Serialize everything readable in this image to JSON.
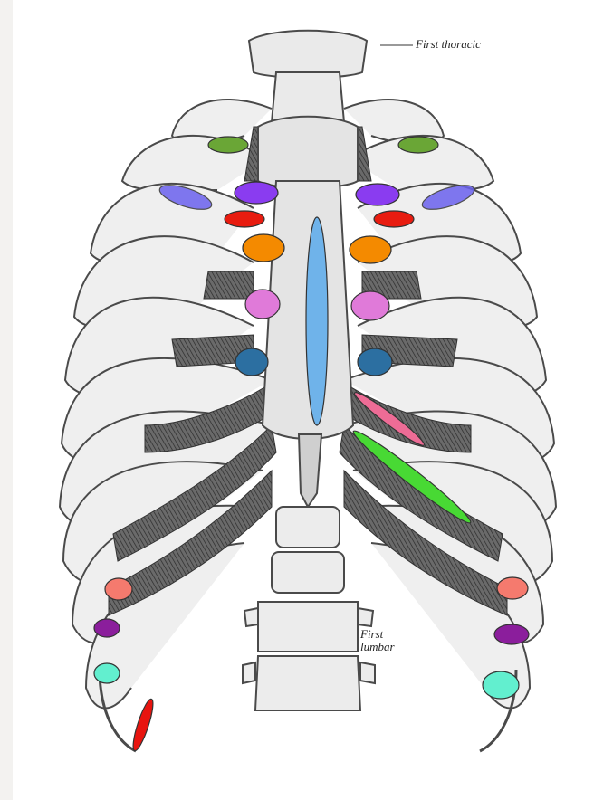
{
  "labels": {
    "first_thoracic": "First thoracic",
    "first_lumbar_line1": "First",
    "first_lumbar_line2": "lumbar"
  },
  "colors": {
    "olive_green": "#6aa636",
    "blue_violet": "#6b62ee",
    "violet": "#8a3cf0",
    "red": "#e81c10",
    "orange": "#f48a00",
    "orchid": "#e07ad9",
    "steel_blue": "#2c6fa1",
    "sky_blue": "#6fb3ea",
    "pink": "#ee6c96",
    "bright_green": "#48d934",
    "salmon": "#f57a6e",
    "purple": "#8b1e9c",
    "aquamarine": "#62efcf",
    "crimson": "#e8140f",
    "bone_outline": "#4a4a4a",
    "cartilage_shade": "#5a5a5a"
  },
  "markers": [
    {
      "id": "marker-green-left",
      "color": "olive_green"
    },
    {
      "id": "marker-green-right",
      "color": "olive_green"
    },
    {
      "id": "marker-blueviolet-left",
      "color": "blue_violet"
    },
    {
      "id": "marker-blueviolet-right",
      "color": "blue_violet"
    },
    {
      "id": "marker-violet-left",
      "color": "violet"
    },
    {
      "id": "marker-violet-right",
      "color": "violet"
    },
    {
      "id": "marker-red-left",
      "color": "red"
    },
    {
      "id": "marker-red-right",
      "color": "red"
    },
    {
      "id": "marker-orange-left",
      "color": "orange"
    },
    {
      "id": "marker-orange-right",
      "color": "orange"
    },
    {
      "id": "marker-orchid-left",
      "color": "orchid"
    },
    {
      "id": "marker-orchid-right",
      "color": "orchid"
    },
    {
      "id": "marker-steelblue-left",
      "color": "steel_blue"
    },
    {
      "id": "marker-steelblue-right",
      "color": "steel_blue"
    },
    {
      "id": "marker-sternum",
      "color": "sky_blue"
    },
    {
      "id": "marker-pink-right",
      "color": "pink"
    },
    {
      "id": "marker-lightgreen-right",
      "color": "bright_green"
    },
    {
      "id": "marker-salmon-left",
      "color": "salmon"
    },
    {
      "id": "marker-salmon-right",
      "color": "salmon"
    },
    {
      "id": "marker-purple-left",
      "color": "purple"
    },
    {
      "id": "marker-purple-right",
      "color": "purple"
    },
    {
      "id": "marker-aqua-left",
      "color": "aquamarine"
    },
    {
      "id": "marker-aqua-right",
      "color": "aquamarine"
    },
    {
      "id": "marker-crimson-left",
      "color": "crimson"
    }
  ]
}
